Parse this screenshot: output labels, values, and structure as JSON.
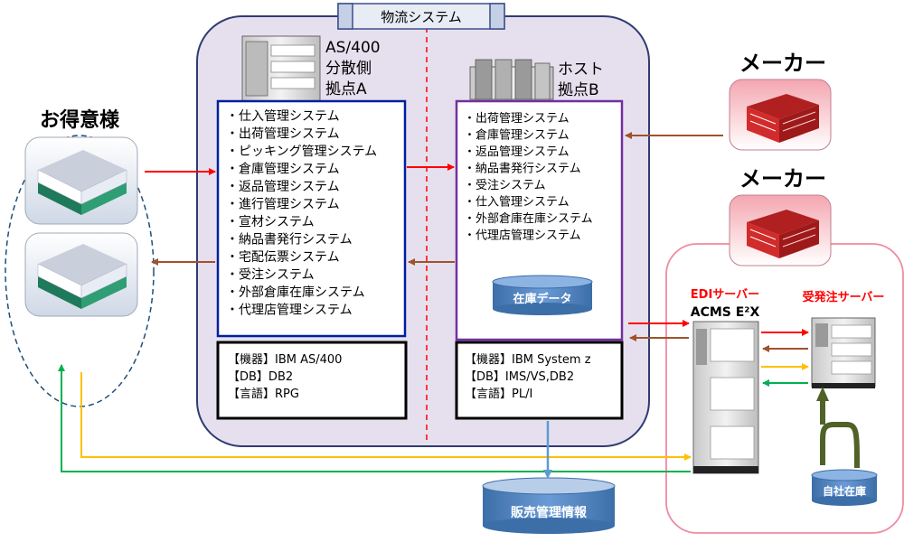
{
  "header": {
    "title": "物流システム"
  },
  "customer": {
    "title": "お得意様"
  },
  "makers": [
    {
      "title": "メーカー"
    },
    {
      "title": "メーカー"
    }
  ],
  "site_a": {
    "title_lines": [
      "AS/400",
      "分散側",
      "拠点A"
    ],
    "systems": [
      "・仕入管理システム",
      "・出荷管理システム",
      "・ピッキング管理システム",
      "・倉庫管理システム",
      "・返品管理システム",
      "・進行管理システム",
      "・宣材システム",
      "・納品書発行システム",
      "・宅配伝票システム",
      "・受注システム",
      "・外部倉庫在庫システム",
      "・代理店管理システム"
    ],
    "specs": [
      "【機器】IBM AS/400",
      "【DB】DB2",
      "【言語】RPG"
    ]
  },
  "site_b": {
    "title_lines": [
      "ホスト",
      "拠点B"
    ],
    "systems": [
      "・出荷管理システム",
      "・倉庫管理システム",
      "・返品管理システム",
      "・納品書発行システム",
      "・受注システム",
      "・仕入管理システム",
      "・外部倉庫在庫システム",
      "・代理店管理システム"
    ],
    "database": "在庫データ",
    "specs": [
      "【機器】IBM System z",
      "【DB】IMS/VS,DB2",
      "【言語】PL/I"
    ]
  },
  "edi": {
    "label": "EDIサーバー",
    "brand": "ACMS E²X"
  },
  "order_server": {
    "label": "受発注サーバー"
  },
  "own_stock": {
    "label": "自社在庫"
  },
  "sales_db": {
    "label": "販売管理情報"
  },
  "colors": {
    "red_arrow": "#ff0000",
    "brown_arrow": "#a0522d",
    "yellow_line": "#ffc000",
    "green_line": "#00b050",
    "blue_border": "#001fa0",
    "purple_border": "#7030a0",
    "panel_fill": "#e6e0ee",
    "label_red": "#ff0000",
    "db_fill": "#4f81bd"
  }
}
